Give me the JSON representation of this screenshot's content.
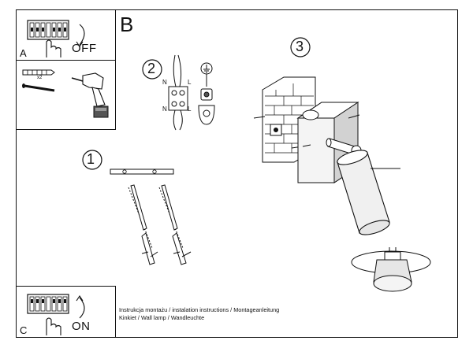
{
  "panels": {
    "a": {
      "letter": "A",
      "word": "OFF"
    },
    "c": {
      "letter": "C",
      "word": "ON"
    },
    "tools": {
      "count": "x2"
    }
  },
  "main": {
    "letter": "B"
  },
  "steps": [
    "1",
    "2",
    "3"
  ],
  "wiring": {
    "n1": "N",
    "l1": "L",
    "n2": "N",
    "l2": "L"
  },
  "footer": {
    "line1": "Instrukcja montażu / instalation instructions / Montageanleitung",
    "line2": "Kinkiet / Wall lamp / Wandleuchte"
  }
}
